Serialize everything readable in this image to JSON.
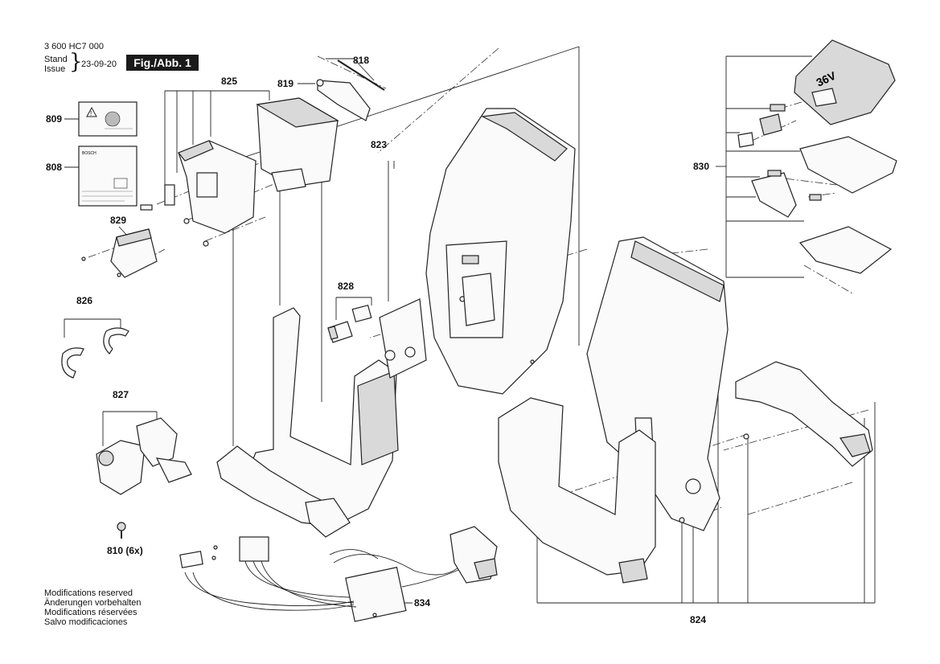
{
  "header": {
    "part_number": "3 600 HC7 000",
    "stand_label": "Stand",
    "issue_label": "Issue",
    "date": "23-09-20",
    "figure": "Fig./Abb. 1"
  },
  "labels": {
    "p818": "818",
    "p819": "819",
    "p823": "823",
    "p824": "824",
    "p825": "825",
    "p826": "826",
    "p827": "827",
    "p808": "808",
    "p809": "809",
    "p810": "810 (6x)",
    "p828": "828",
    "p829": "829",
    "p830": "830",
    "p834": "834"
  },
  "parts": {
    "battery_cover_marking": "36V",
    "brand": "BOSCH"
  },
  "notes": [
    "Modifications reserved",
    "Änderungen vorbehalten",
    "Modifications réservées",
    "Salvo modificaciones"
  ]
}
